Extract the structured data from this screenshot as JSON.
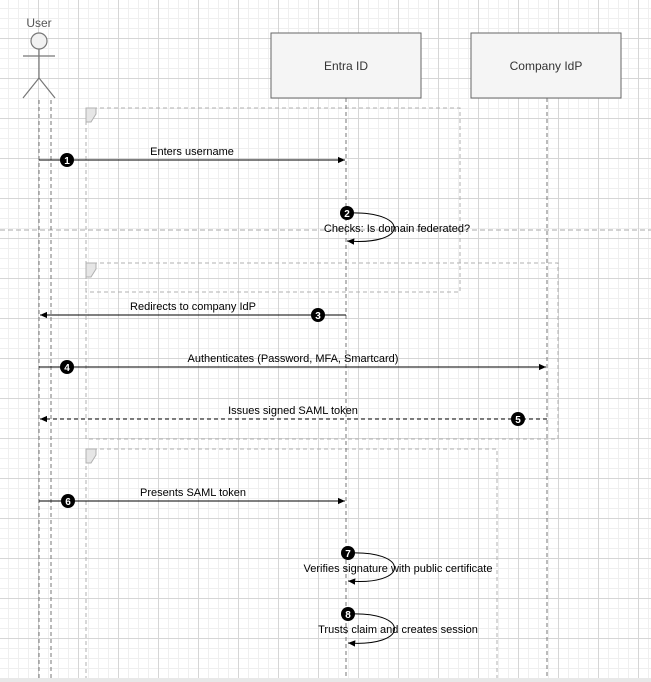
{
  "participants": {
    "user": "User",
    "entra": "Entra ID",
    "idp": "Company IdP"
  },
  "messages": [
    {
      "step": "1",
      "label": "Enters username",
      "type": "solid"
    },
    {
      "step": "2",
      "label": "Checks: Is domain federated?",
      "type": "self"
    },
    {
      "step": "3",
      "label": "Redirects to company IdP",
      "type": "solid"
    },
    {
      "step": "4",
      "label": "Authenticates (Password, MFA, Smartcard)",
      "type": "solid"
    },
    {
      "step": "5",
      "label": "Issues signed SAML token",
      "type": "dashed"
    },
    {
      "step": "6",
      "label": "Presents SAML token",
      "type": "solid"
    },
    {
      "step": "7",
      "label": "Verifies signature with public certificate",
      "type": "self"
    },
    {
      "step": "8",
      "label": "Trusts claim and creates session",
      "type": "self"
    }
  ],
  "colors": {
    "box_fill": "#f5f5f5",
    "box_stroke": "#666666",
    "lifeline": "#777777",
    "frame": "#b0b0b0",
    "badge": "#000000"
  }
}
